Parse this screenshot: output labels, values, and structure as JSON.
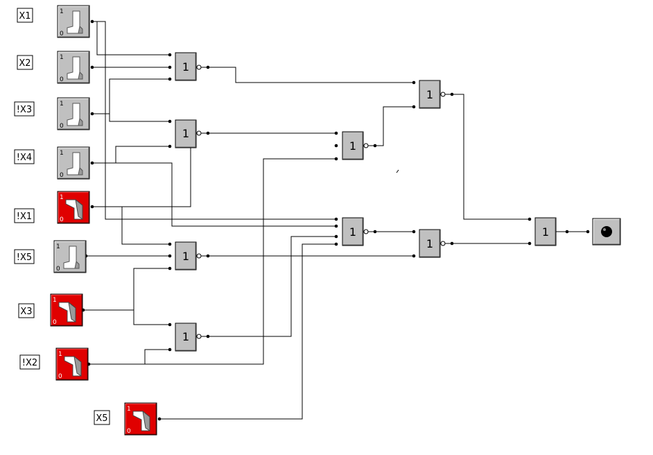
{
  "labels": {
    "x1": "X1",
    "x2": "X2",
    "nx3": "!X3",
    "nx4": "!X4",
    "nx1": "!X1",
    "nx5": "!X5",
    "x3": "X3",
    "nx2": "!X2",
    "x5": "X5"
  },
  "switch_states": {
    "x1": "0",
    "x2": "0",
    "nx3": "0",
    "nx4": "0",
    "nx1": "1",
    "nx5": "0",
    "x3": "1",
    "nx2": "1",
    "x5": "1"
  },
  "switch_marks": {
    "high": "1",
    "low": "0"
  },
  "gate_symbol": "1",
  "colors": {
    "switch_off": "#c0c0c0",
    "switch_on": "#e00000",
    "gate_fill": "#c0c0c0",
    "wire": "#000000",
    "label_border": "#000000"
  },
  "icons": {
    "switch": "toggle-switch-icon",
    "output": "output-indicator-lamp-icon"
  }
}
